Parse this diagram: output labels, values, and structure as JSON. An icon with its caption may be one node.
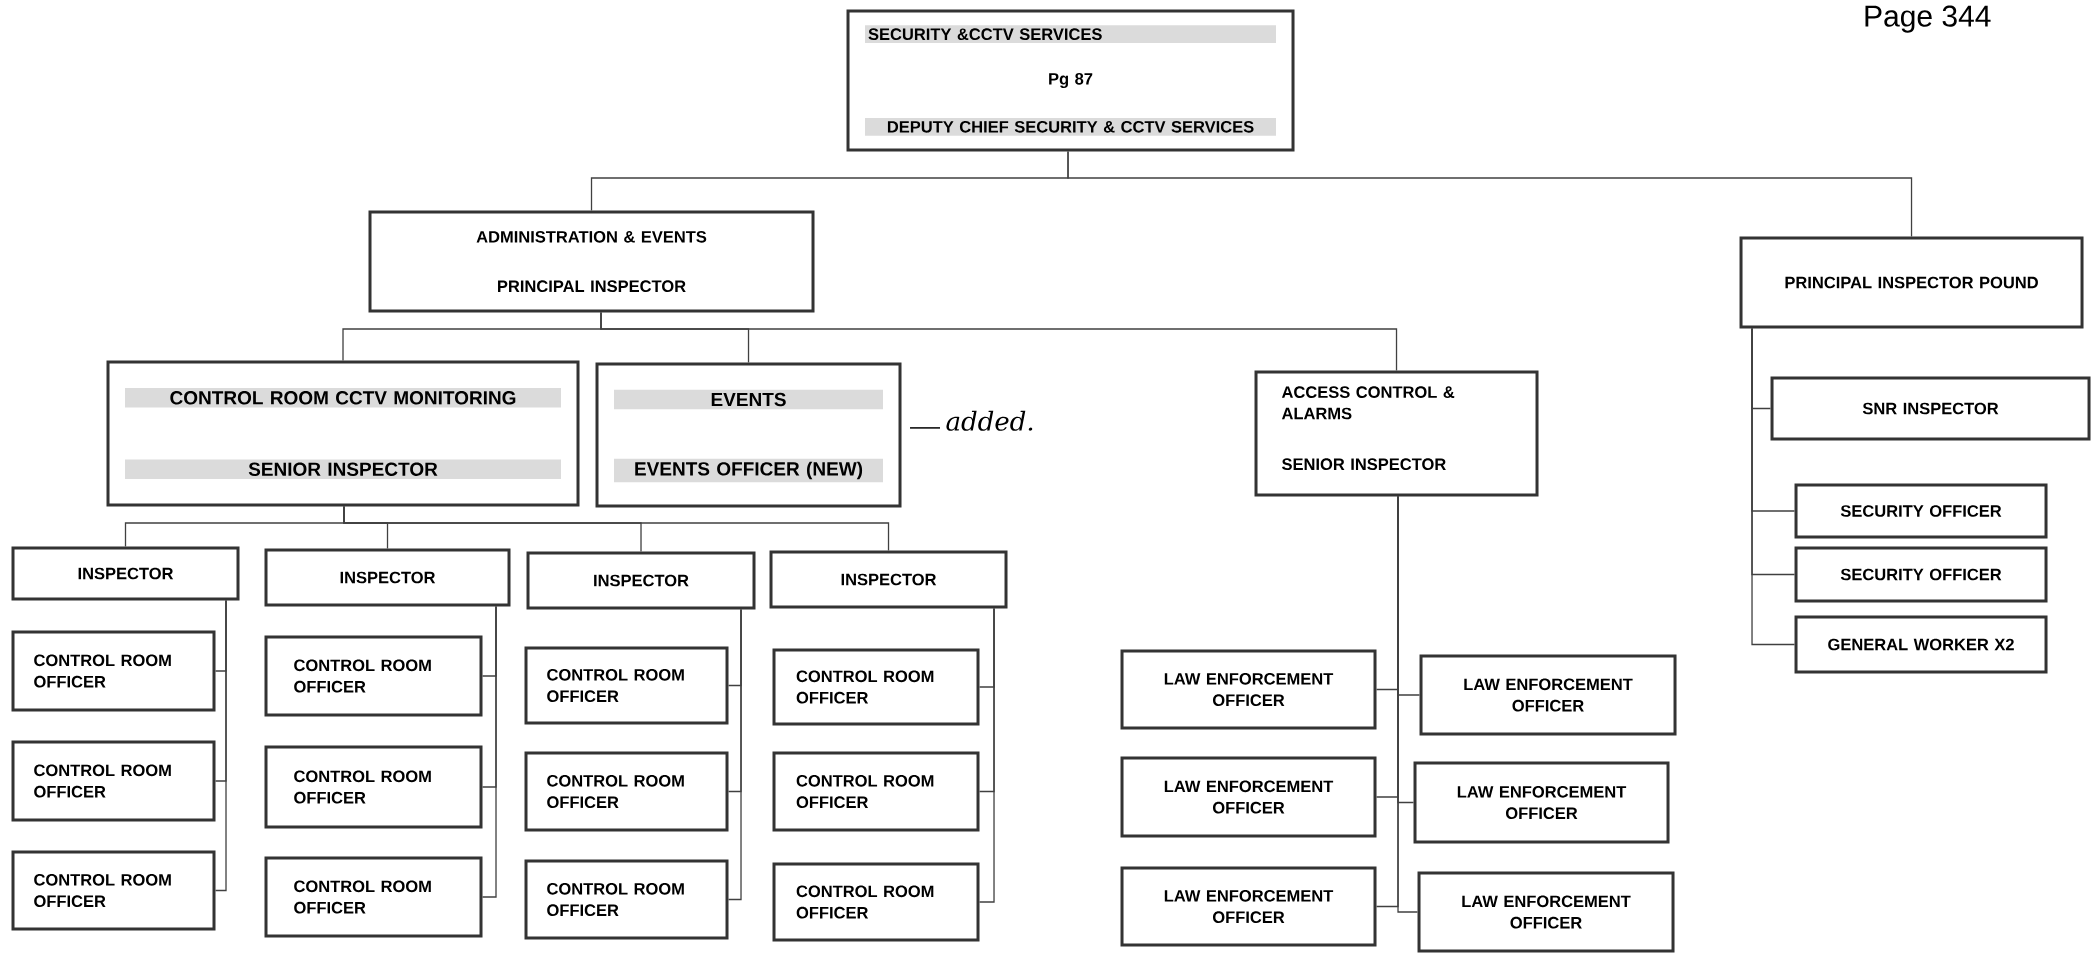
{
  "diagram": {
    "nodes": [
      {
        "text": [
          "SECURITY &CCTV SERVICES",
          "Pg 87",
          "DEPUTY CHIEF SECURITY & CCTV SERVICES"
        ]
      },
      {
        "text": [
          "ADMINISTRATION & EVENTS",
          "PRINCIPAL INSPECTOR"
        ]
      },
      {
        "text": [
          "PRINCIPAL INSPECTOR POUND"
        ]
      },
      {
        "text": [
          "CONTROL ROOM CCTV MONITORING",
          "SENIOR INSPECTOR"
        ]
      },
      {
        "text": [
          "EVENTS",
          "EVENTS OFFICER (NEW)"
        ],
        "beside": [
          "added."
        ]
      },
      {
        "text": [
          "ACCESS CONTROL & ALARMS",
          "SENIOR INSPECTOR"
        ]
      },
      {
        "text": [
          "SNR INSPECTOR"
        ]
      },
      {
        "text": [
          "SECURITY OFFICER"
        ]
      },
      {
        "text": [
          "SECURITY OFFICER"
        ]
      },
      {
        "text": [
          "GENERAL WORKER X2"
        ]
      },
      {
        "text": [
          "INSPECTOR"
        ]
      },
      {
        "text": [
          "INSPECTOR"
        ]
      },
      {
        "text": [
          "INSPECTOR"
        ]
      },
      {
        "text": [
          "INSPECTOR"
        ]
      },
      {
        "text": [
          "CONTROL ROOM OFFICER"
        ]
      },
      {
        "text": [
          "CONTROL ROOM OFFICER"
        ]
      },
      {
        "text": [
          "CONTROL ROOM OFFICER"
        ]
      },
      {
        "text": [
          "CONTROL ROOM OFFICER"
        ]
      },
      {
        "text": [
          "CONTROL ROOM OFFICER"
        ]
      },
      {
        "text": [
          "CONTROL ROOM OFFICER"
        ]
      },
      {
        "text": [
          "CONTROL ROOM OFFICER"
        ]
      },
      {
        "text": [
          "CONTROL ROOM OFFICER"
        ]
      },
      {
        "text": [
          "CONTROL ROOM OFFICER"
        ]
      },
      {
        "text": [
          "CONTROL ROOM OFFICER"
        ]
      },
      {
        "text": [
          "CONTROL ROOM OFFICER"
        ]
      },
      {
        "text": [
          "CONTROL ROOM OFFICER"
        ]
      },
      {
        "text": [
          "LAW ENFORCEMENT OFFICER"
        ]
      },
      {
        "text": [
          "LAW ENFORCEMENT OFFICER"
        ]
      },
      {
        "text": [
          "LAW ENFORCEMENT OFFICER"
        ]
      },
      {
        "text": [
          "LAW ENFORCEMENT OFFICER"
        ]
      },
      {
        "text": [
          "LAW ENFORCEMENT OFFICER"
        ]
      },
      {
        "text": [
          "LAW ENFORCEMENT OFFICER"
        ]
      }
    ],
    "edges": [
      {
        "from": 0,
        "to": 1,
        "arrow": "none"
      },
      {
        "from": 0,
        "to": 2,
        "arrow": "none"
      },
      {
        "from": 1,
        "to": 3,
        "arrow": "none"
      },
      {
        "from": 1,
        "to": 4,
        "arrow": "none"
      },
      {
        "from": 1,
        "to": 5,
        "arrow": "none"
      },
      {
        "from": 2,
        "to": 6,
        "arrow": "none"
      },
      {
        "from": 2,
        "to": 7,
        "arrow": "none"
      },
      {
        "from": 2,
        "to": 8,
        "arrow": "none"
      },
      {
        "from": 2,
        "to": 9,
        "arrow": "none"
      },
      {
        "from": 3,
        "to": 10,
        "arrow": "none"
      },
      {
        "from": 3,
        "to": 11,
        "arrow": "none"
      },
      {
        "from": 3,
        "to": 12,
        "arrow": "none"
      },
      {
        "from": 3,
        "to": 13,
        "arrow": "none"
      },
      {
        "from": 10,
        "to": 14,
        "arrow": "none"
      },
      {
        "from": 10,
        "to": 15,
        "arrow": "none"
      },
      {
        "from": 10,
        "to": 16,
        "arrow": "none"
      },
      {
        "from": 11,
        "to": 17,
        "arrow": "none"
      },
      {
        "from": 11,
        "to": 18,
        "arrow": "none"
      },
      {
        "from": 11,
        "to": 19,
        "arrow": "none"
      },
      {
        "from": 12,
        "to": 20,
        "arrow": "none"
      },
      {
        "from": 12,
        "to": 21,
        "arrow": "none"
      },
      {
        "from": 12,
        "to": 22,
        "arrow": "none"
      },
      {
        "from": 13,
        "to": 23,
        "arrow": "none"
      },
      {
        "from": 13,
        "to": 24,
        "arrow": "none"
      },
      {
        "from": 13,
        "to": 25,
        "arrow": "none"
      },
      {
        "from": 5,
        "to": 26,
        "arrow": "none"
      },
      {
        "from": 5,
        "to": 27,
        "arrow": "none"
      },
      {
        "from": 5,
        "to": 28,
        "arrow": "none"
      },
      {
        "from": 5,
        "to": 29,
        "arrow": "none"
      },
      {
        "from": 5,
        "to": 30,
        "arrow": "none"
      },
      {
        "from": 5,
        "to": 31,
        "arrow": "none"
      }
    ],
    "labels": [
      "Page 344"
    ]
  }
}
